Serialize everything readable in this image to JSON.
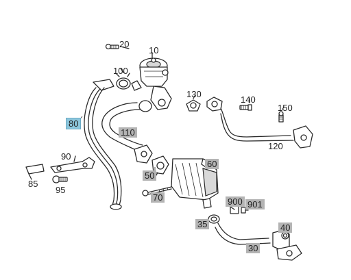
{
  "callouts": [
    {
      "id": "c20",
      "text": "20",
      "style": "plain"
    },
    {
      "id": "c10",
      "text": "10",
      "style": "plain"
    },
    {
      "id": "c100",
      "text": "100",
      "style": "plain"
    },
    {
      "id": "c130",
      "text": "130",
      "style": "plain"
    },
    {
      "id": "c140",
      "text": "140",
      "style": "plain"
    },
    {
      "id": "c150",
      "text": "150",
      "style": "plain"
    },
    {
      "id": "c80",
      "text": "80",
      "style": "active"
    },
    {
      "id": "c110",
      "text": "110",
      "style": "boxed"
    },
    {
      "id": "c120",
      "text": "120",
      "style": "plain"
    },
    {
      "id": "c90",
      "text": "90",
      "style": "plain"
    },
    {
      "id": "c85",
      "text": "85",
      "style": "plain"
    },
    {
      "id": "c95",
      "text": "95",
      "style": "plain"
    },
    {
      "id": "c60",
      "text": "60",
      "style": "boxed"
    },
    {
      "id": "c50",
      "text": "50",
      "style": "boxed"
    },
    {
      "id": "c70",
      "text": "70",
      "style": "boxed"
    },
    {
      "id": "c900",
      "text": "900",
      "style": "boxed"
    },
    {
      "id": "c901",
      "text": "901",
      "style": "boxed"
    },
    {
      "id": "c35",
      "text": "35",
      "style": "boxed"
    },
    {
      "id": "c40",
      "text": "40",
      "style": "boxed"
    },
    {
      "id": "c30",
      "text": "30",
      "style": "boxed"
    }
  ],
  "colors": {
    "highlight": "#8cc6dc",
    "callout_box": "#b4b4b4",
    "line": "#2a2a2a"
  }
}
